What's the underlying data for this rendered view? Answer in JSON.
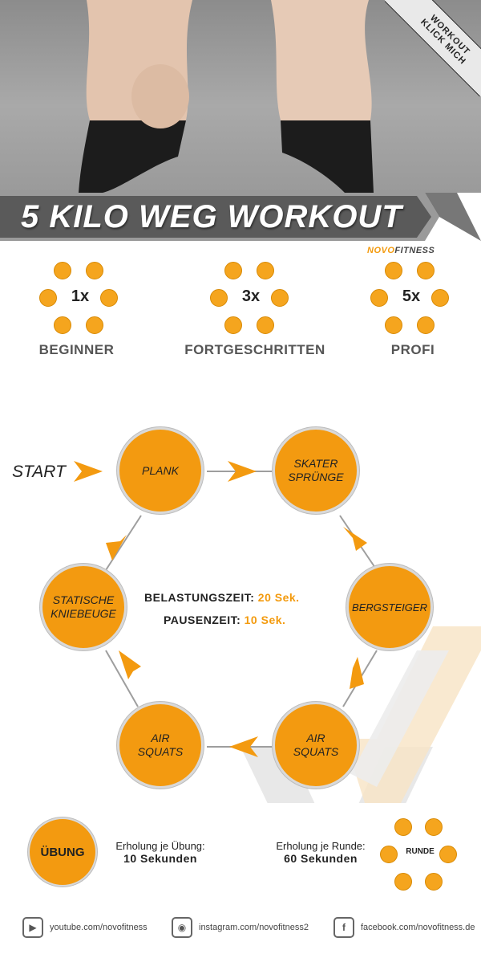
{
  "corner_tag": {
    "line1": "WORKOUT",
    "line2": "KLICK MICH"
  },
  "title": "5 KILO WEG WORKOUT",
  "brand": {
    "part1": "NOVO",
    "part2": "FITNESS"
  },
  "levels": [
    {
      "multiplier": "1x",
      "label": "BEGINNER"
    },
    {
      "multiplier": "3x",
      "label": "FORTGESCHRITTEN"
    },
    {
      "multiplier": "5x",
      "label": "PROFI"
    }
  ],
  "circuit": {
    "start_label": "START",
    "exercises": [
      {
        "name": "PLANK"
      },
      {
        "name": "SKATER\nSPRÜNGE"
      },
      {
        "name": "BERGSTEIGER"
      },
      {
        "name": "AIR\nSQUATS"
      },
      {
        "name": "AIR\nSQUATS"
      },
      {
        "name": "STATISCHE\nKNIEBEUGE"
      }
    ],
    "work_time_label": "BELASTUNGSZEIT:",
    "work_time_value": "20 Sek.",
    "rest_time_label": "PAUSENZEIT:",
    "rest_time_value": "10 Sek."
  },
  "legend": {
    "exercise_label": "ÜBUNG",
    "rest_per_exercise_label": "Erholung je Übung:",
    "rest_per_exercise_value": "10 Sekunden",
    "rest_per_round_label": "Erholung je Runde:",
    "rest_per_round_value": "60 Sekunden",
    "round_label": "RUNDE"
  },
  "social": [
    {
      "icon": "youtube-icon",
      "text": "youtube.com/novofitness"
    },
    {
      "icon": "instagram-icon",
      "text": "instagram.com/novofitness2"
    },
    {
      "icon": "facebook-icon",
      "text": "facebook.com/novofitness.de"
    }
  ],
  "colors": {
    "accent": "#f39a10",
    "dark_bar": "#5a5a5a",
    "light_bar": "#9a9a9a"
  }
}
